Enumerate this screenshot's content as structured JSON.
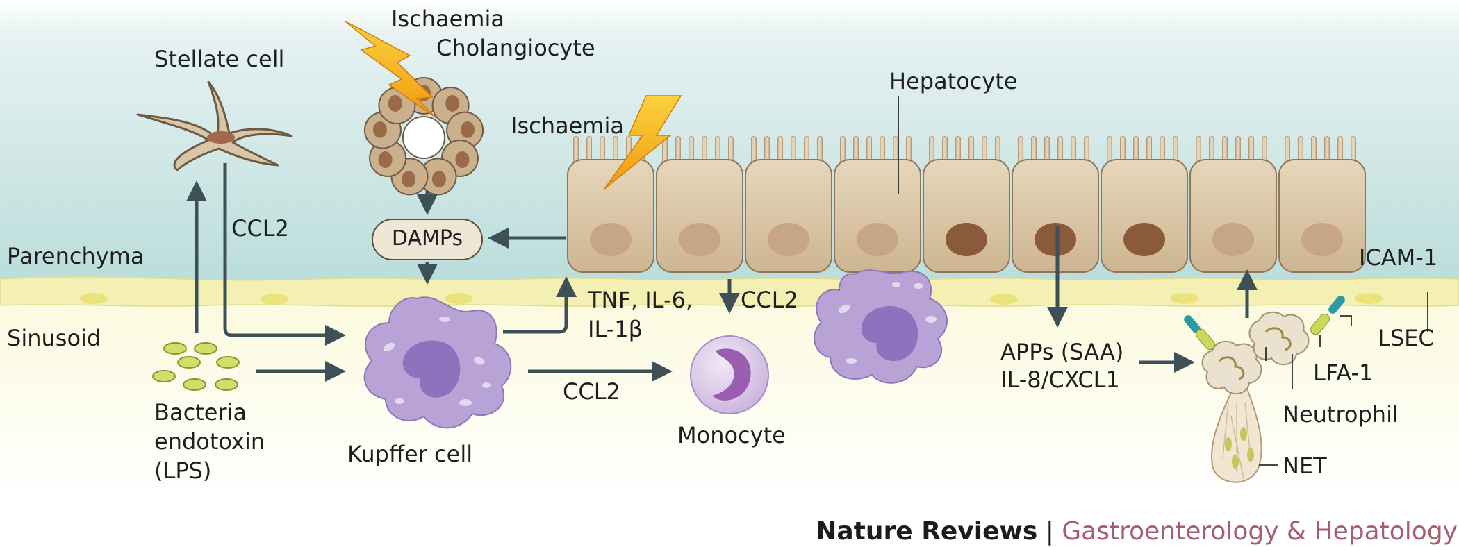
{
  "labels": {
    "ischaemia_top": "Ischaemia",
    "cholangiocyte": "Cholangiocyte",
    "stellate_cell": "Stellate cell",
    "ischaemia_mid": "Ischaemia",
    "hepatocyte": "Hepatocyte",
    "ccl2_stellate": "CCL2",
    "damps": "DAMPs",
    "parenchyma": "Parenchyma",
    "sinusoid": "Sinusoid",
    "tnf_line1": "TNF, IL-6,",
    "tnf_line2": "IL-1β",
    "ccl2_hepatocyte": "CCL2",
    "ccl2_kupffer": "CCL2",
    "bacteria_line1": "Bacteria",
    "bacteria_line2": "endotoxin",
    "bacteria_line3": "(LPS)",
    "kupffer_cell": "Kupffer cell",
    "monocyte": "Monocyte",
    "apps_line1": "APPs (SAA)",
    "apps_line2": "IL-8/CXCL1",
    "icam1": "ICAM-1",
    "lfa1": "LFA-1",
    "lsec": "LSEC",
    "neutrophil": "Neutrophil",
    "net": "NET"
  },
  "credit": {
    "journal_brand": "Nature Reviews",
    "separator": " | ",
    "journal_name": "Gastroenterology & Hepatology"
  },
  "colors": {
    "parenchyma_top": "#d9ecec",
    "parenchyma_bottom": "#b9dcda",
    "sinusoid": "#fdfce6",
    "endothelium": "#f4f0b4",
    "hepatocyte": "#d9c4a4",
    "hepatocyte_nucleus_light": "#c7a587",
    "hepatocyte_nucleus_dark": "#8a5a3a",
    "kupffer": "#b8a2d6",
    "kupffer_nucleus": "#8e72bd",
    "monocyte": "#d7c4e6",
    "arrow": "#3d4f57",
    "lightning": "#f6b320",
    "journal_accent": "#a85d6f"
  }
}
